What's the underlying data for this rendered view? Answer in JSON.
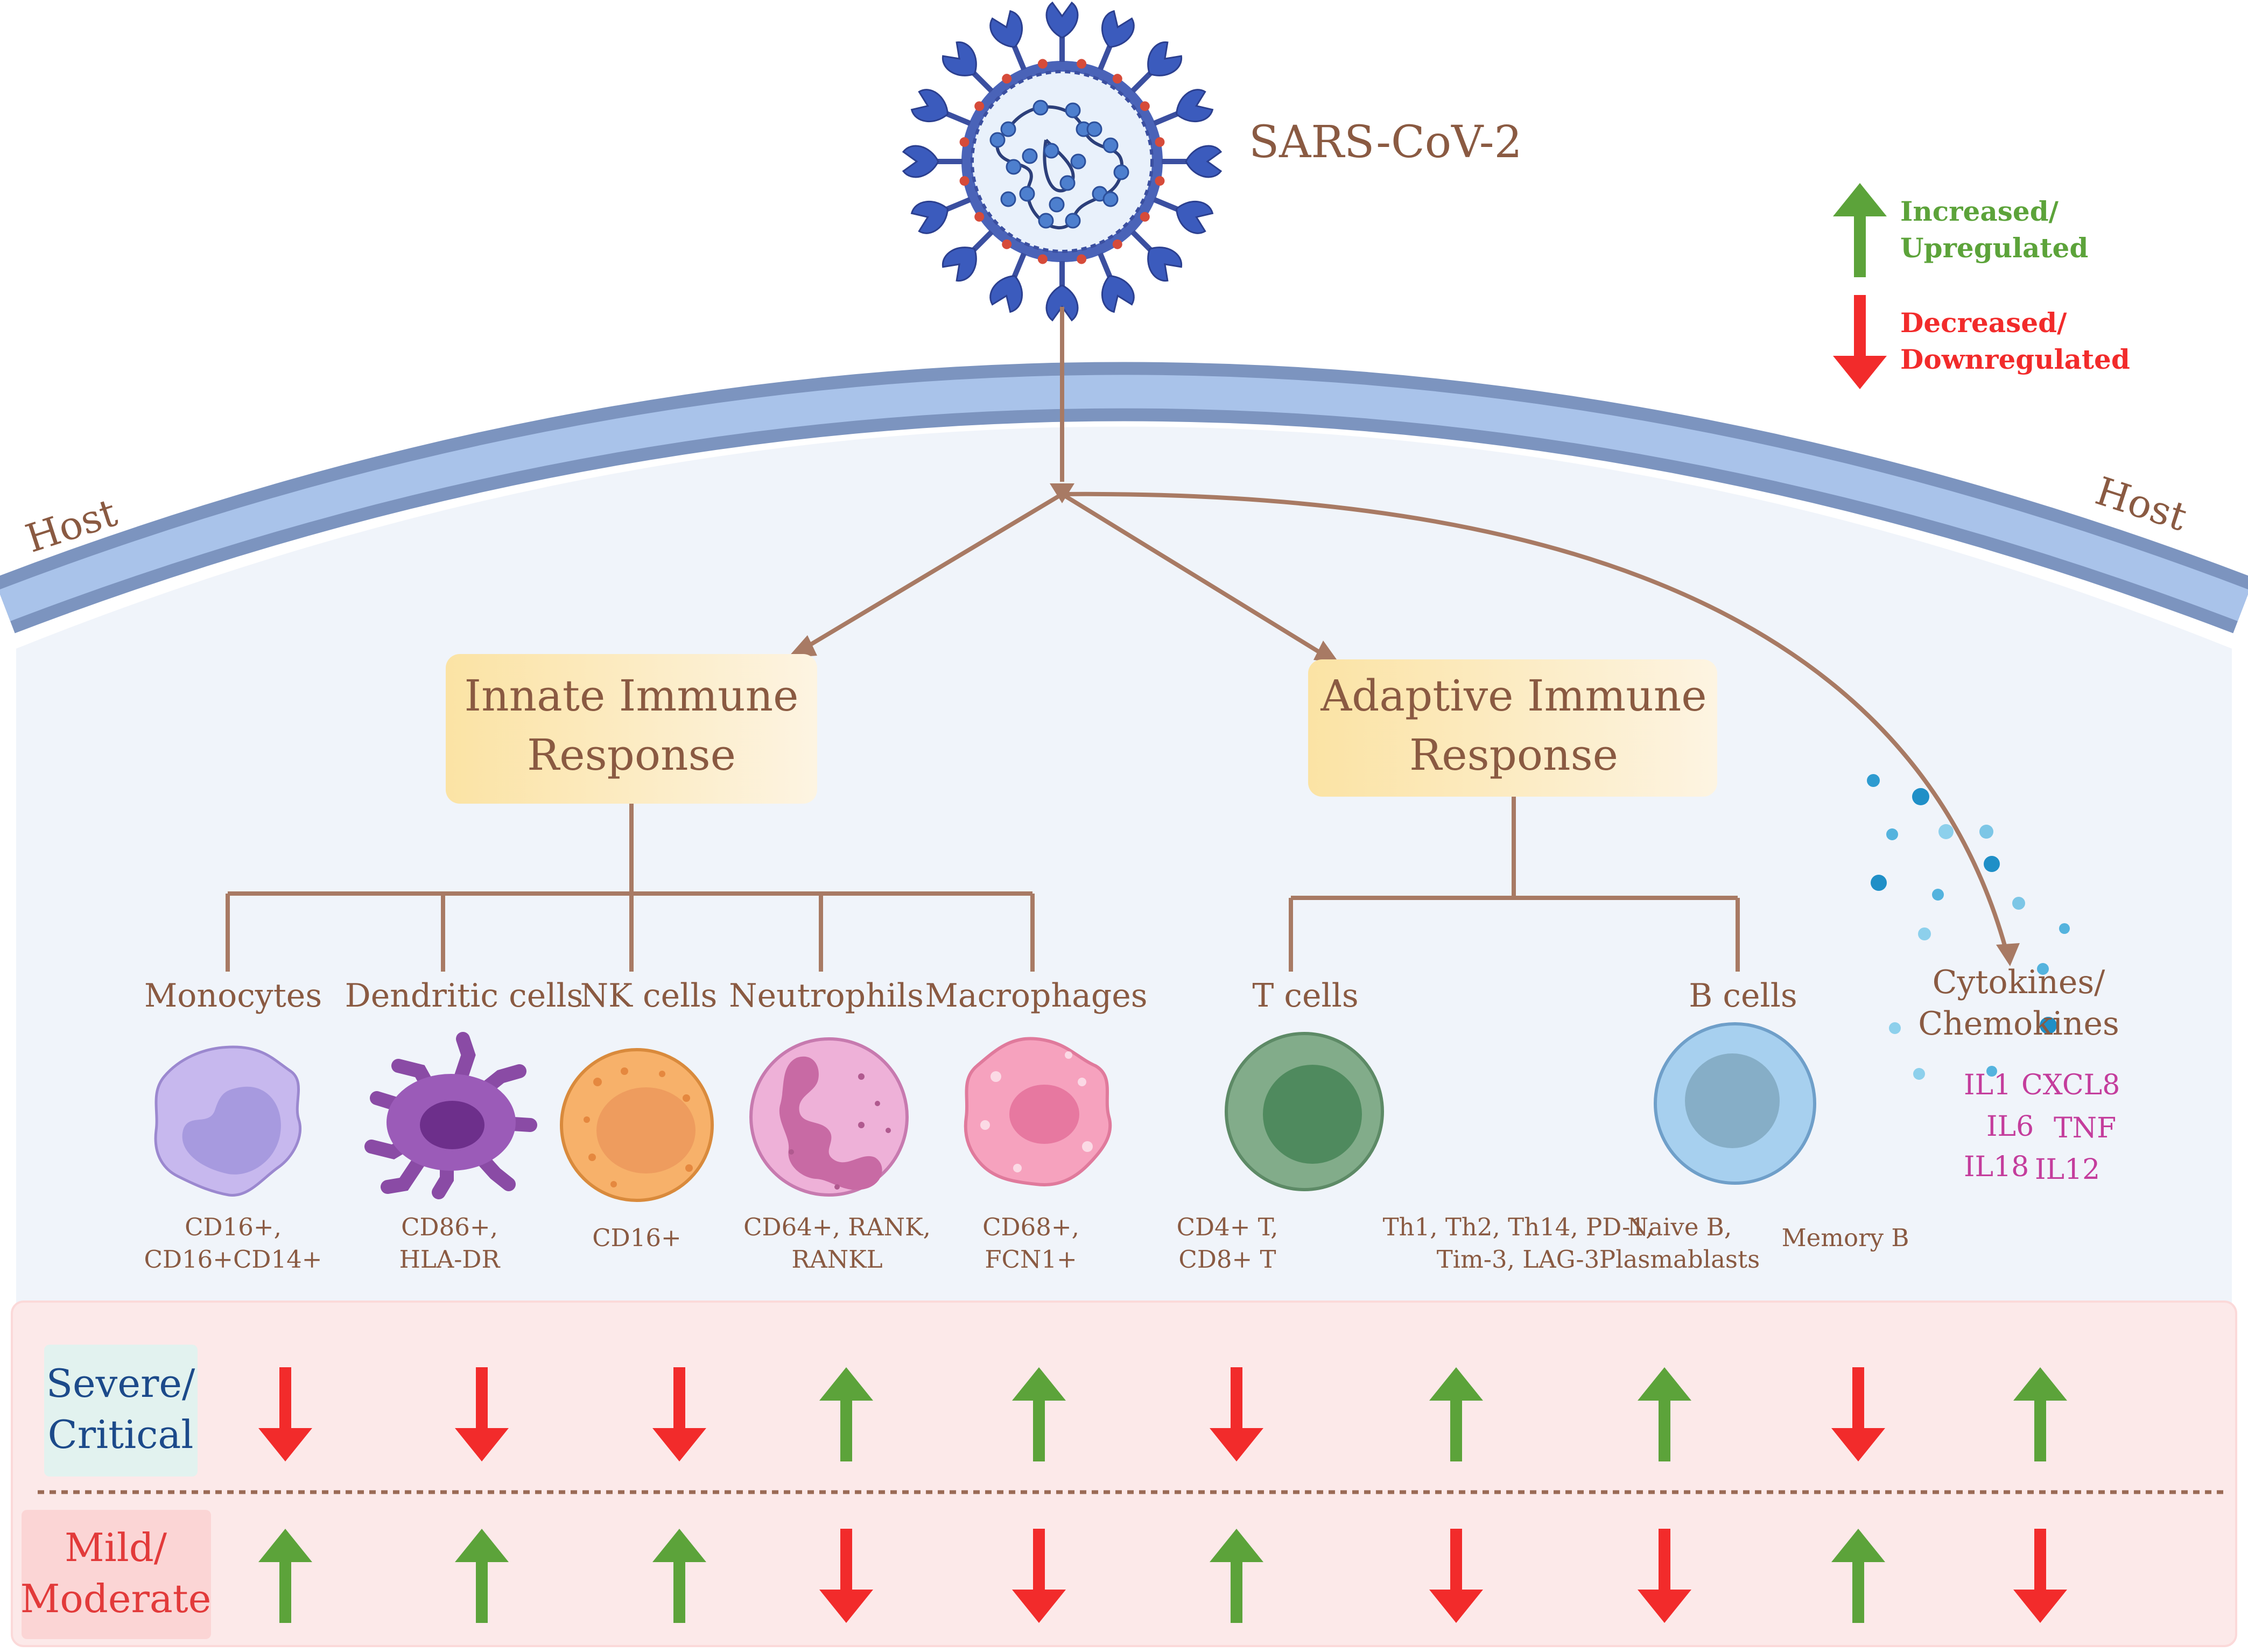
{
  "virus": {
    "label": "SARS-CoV-2"
  },
  "legend": {
    "increased_line1": "Increased/",
    "increased_line2": "Upregulated",
    "decreased_line1": "Decreased/",
    "decreased_line2": "Downregulated",
    "up_color": "#5ca33a",
    "down_color": "#f22b2b"
  },
  "host": {
    "left": "Host",
    "right": "Host"
  },
  "innate": {
    "line1": "Innate Immune",
    "line2": "Response"
  },
  "adaptive": {
    "line1": "Adaptive Immune",
    "line2": "Response"
  },
  "cells": {
    "monocytes": {
      "name": "Monocytes",
      "markers": [
        "CD16+,",
        "CD16+CD14+"
      ]
    },
    "dendritic": {
      "name": "Dendritic cells",
      "markers": [
        "CD86+,",
        "HLA-DR"
      ]
    },
    "nk": {
      "name": "NK cells",
      "markers": [
        "CD16+"
      ]
    },
    "neutrophils": {
      "name": "Neutrophils",
      "markers": [
        "CD64+, RANK,",
        "RANKL"
      ]
    },
    "macrophages": {
      "name": "Macrophages",
      "markers": [
        "CD68+,",
        "FCN1+"
      ]
    },
    "tcells": {
      "name": "T cells",
      "markers_a": [
        "CD4+ T,",
        "CD8+ T"
      ],
      "markers_b": [
        "Th1, Th2, Th14, PD-1,",
        "Tim-3, LAG-3"
      ]
    },
    "bcells": {
      "name": "B cells",
      "markers_a": [
        "Naive B,",
        "Plasmablasts"
      ],
      "markers_b": [
        "Memory B"
      ]
    }
  },
  "cytokines": {
    "title_line1": "Cytokines/",
    "title_line2": "Chemokines",
    "items": [
      "IL1",
      "CXCL8",
      "IL6",
      "TNF",
      "IL18",
      "IL12"
    ]
  },
  "severity": {
    "severe": {
      "line1": "Severe/",
      "line2": "Critical",
      "arrows": [
        "down",
        "down",
        "down",
        "up",
        "up",
        "down",
        "up",
        "up",
        "down",
        "up"
      ]
    },
    "mild": {
      "line1": "Mild/",
      "line2": "Moderate",
      "arrows": [
        "up",
        "up",
        "up",
        "down",
        "down",
        "up",
        "down",
        "down",
        "up",
        "down"
      ]
    }
  }
}
